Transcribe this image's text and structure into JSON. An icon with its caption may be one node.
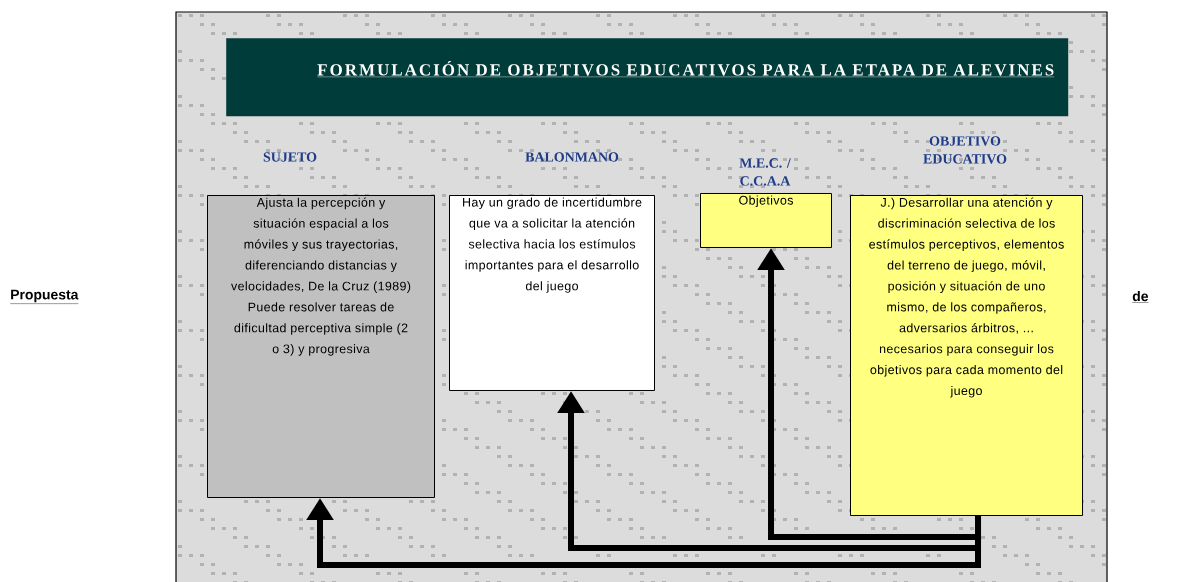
{
  "diagram": {
    "title": "FORMULACIÓN DE OBJETIVOS EDUCATIVOS PARA LA ETAPA DE ALEVINES",
    "nodes": [
      {
        "text": [
          "SUJETO",
          "Ajusta la percepción y situación espacial a los móviles y sus trayectorias, diferenciando distancias y velocidades, De la Cruz (1989) Puede resolver tareas de dificultad perceptiva simple (2 o 3) y progresiva"
        ]
      },
      {
        "text": [
          "BALONMANO",
          "Hay un grado de incertidumbre que va a solicitar la atención selectiva hacia los estímulos importantes para el desarrollo del juego"
        ]
      },
      {
        "text": [
          "M.E.C. / C.C.A.A",
          "Objetivos"
        ]
      },
      {
        "text": [
          "OBJETIVO EDUCATIVO",
          "J.) Desarrollar una atención y discriminación selectiva de los estímulos perceptivos, elementos del terreno de juego, móvil, posición y situación de uno mismo, de los compañeros, adversarios árbitros, ... necesarios para conseguir los objetivos para cada momento del juego"
        ]
      }
    ],
    "edges": [
      {
        "from": 3,
        "to": 2,
        "arrow": "to"
      },
      {
        "from": 3,
        "to": 1,
        "arrow": "to"
      },
      {
        "from": 3,
        "to": 0,
        "arrow": "to"
      }
    ],
    "labels": [
      "Propuesta",
      "de"
    ]
  }
}
